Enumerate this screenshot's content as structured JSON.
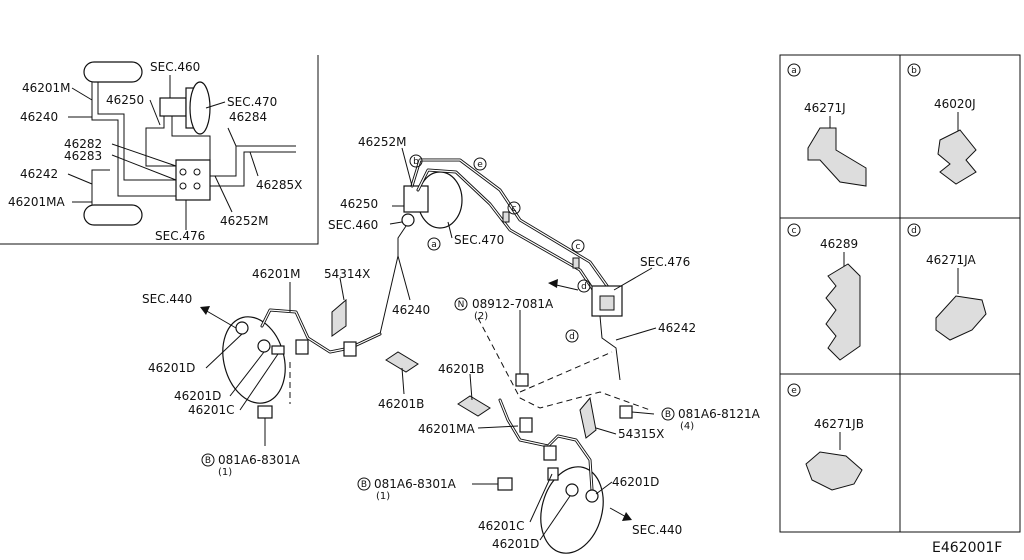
{
  "inset": {
    "labels": [
      "46201M",
      "46240",
      "46250",
      "SEC.460",
      "SEC.470",
      "46284",
      "46282",
      "46283",
      "46242",
      "46201MA",
      "SEC.476",
      "46252M",
      "46285X"
    ]
  },
  "main": {
    "labels": {
      "p46252M": "46252M",
      "p46250": "46250",
      "sec460": "SEC.460",
      "sec470": "SEC.470",
      "sec476": "SEC.476",
      "p46242": "46242",
      "p46240": "46240",
      "p46201M": "46201M",
      "p54314X": "54314X",
      "sec440a": "SEC.440",
      "p46201D_a": "46201D",
      "p46201D_b": "46201D",
      "p46201C_a": "46201C",
      "p46201B_a": "46201B",
      "p46201B_b": "46201B",
      "bolt081_8301_a": "081A6-8301A",
      "bolt081_8301_a_qty": "(1)",
      "nut08912": "08912-7081A",
      "nut08912_qty": "(2)",
      "bolt081_8121": "081A6-8121A",
      "bolt081_8121_qty": "(4)",
      "p54315X": "54315X",
      "p46201MA": "46201MA",
      "bolt081_8301_b": "081A6-8301A",
      "bolt081_8301_b_qty": "(1)",
      "p46201C_b": "46201C",
      "p46201D_c": "46201D",
      "p46201D_d": "46201D",
      "sec440b": "SEC.440"
    },
    "circle_letters": {
      "a": "a",
      "b": "b",
      "c": "c",
      "d": "d",
      "e": "e",
      "B": "B",
      "N": "N"
    }
  },
  "clip_table": {
    "cells": [
      {
        "letter": "a",
        "part": "46271J"
      },
      {
        "letter": "b",
        "part": "46020J"
      },
      {
        "letter": "c",
        "part": "46289"
      },
      {
        "letter": "d",
        "part": "46271JA"
      },
      {
        "letter": "e",
        "part": "46271JB"
      },
      {
        "letter": "",
        "part": ""
      }
    ]
  },
  "diagram_code": "E462001F"
}
